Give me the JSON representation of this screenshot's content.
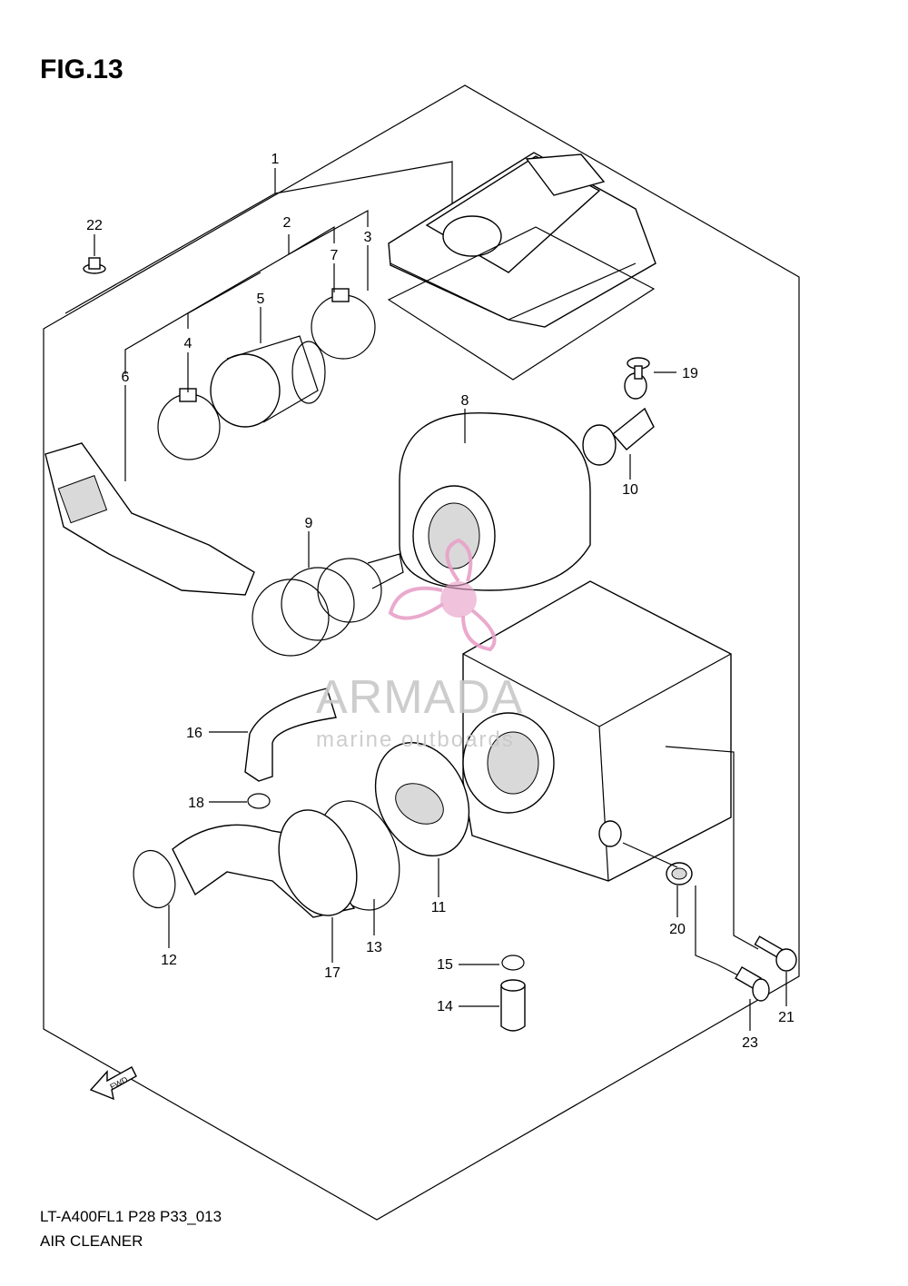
{
  "figure": {
    "title": "FIG.13",
    "model_code": "LT-A400FL1 P28 P33_013",
    "assembly_name": "AIR CLEANER"
  },
  "watermark": {
    "brand": "ARMADA",
    "tagline": "marine outboards",
    "color": "#e8a0c8"
  },
  "fwd_arrow_label": "FWD",
  "callouts": [
    {
      "id": "c1",
      "label": "1"
    },
    {
      "id": "c2",
      "label": "2"
    },
    {
      "id": "c3",
      "label": "3"
    },
    {
      "id": "c4",
      "label": "4"
    },
    {
      "id": "c5",
      "label": "5"
    },
    {
      "id": "c6",
      "label": "6"
    },
    {
      "id": "c7",
      "label": "7"
    },
    {
      "id": "c8",
      "label": "8"
    },
    {
      "id": "c9",
      "label": "9"
    },
    {
      "id": "c10",
      "label": "10"
    },
    {
      "id": "c11",
      "label": "11"
    },
    {
      "id": "c12",
      "label": "12"
    },
    {
      "id": "c13",
      "label": "13"
    },
    {
      "id": "c14",
      "label": "14"
    },
    {
      "id": "c15",
      "label": "15"
    },
    {
      "id": "c16",
      "label": "16"
    },
    {
      "id": "c17",
      "label": "17"
    },
    {
      "id": "c18",
      "label": "18"
    },
    {
      "id": "c19",
      "label": "19"
    },
    {
      "id": "c20",
      "label": "20"
    },
    {
      "id": "c21",
      "label": "21"
    },
    {
      "id": "c22",
      "label": "22"
    },
    {
      "id": "c23",
      "label": "23"
    }
  ]
}
